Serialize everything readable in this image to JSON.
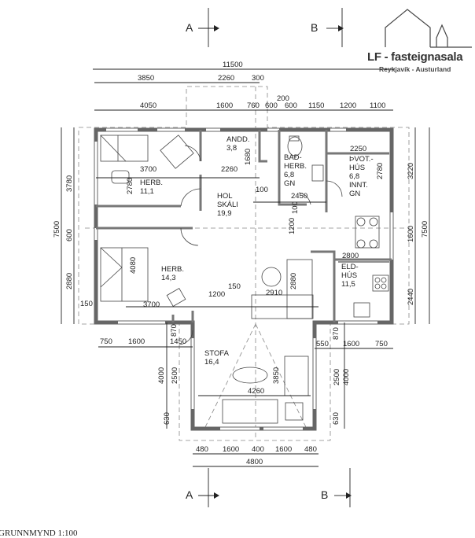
{
  "logo": {
    "title": "LF - fasteignasala",
    "subtitle": "Reykjavík - Austurland"
  },
  "caption": "GRUNNMYND 1:100",
  "sections": {
    "top_a": "A",
    "top_b": "B",
    "bottom_a": "A",
    "bottom_b": "B"
  },
  "rooms": {
    "andd": [
      "ANDD.",
      "3,8"
    ],
    "bad": [
      "BAÐ-",
      "HERB.",
      "6,8",
      "GN"
    ],
    "thvot": [
      "ÞVOT.-",
      "HÚS",
      "6,8",
      "INNT.",
      "GN"
    ],
    "herb1": [
      "HERB.",
      "11,1"
    ],
    "hol": [
      "HOL",
      "SKÁLI",
      "19,9"
    ],
    "herb2": [
      "HERB.",
      "14,3"
    ],
    "eld": [
      "ELD-",
      "HÚS",
      "11,5"
    ],
    "stofa": [
      "STOFA",
      "16,4"
    ]
  },
  "dims": {
    "top_total": "11500",
    "top_row2": [
      "3850",
      "2260",
      "300"
    ],
    "top_small": "200",
    "top_row3": [
      "4050",
      "1600",
      "760",
      "600",
      "600",
      "1150",
      "1200",
      "1100"
    ],
    "left": [
      "7500",
      "3780",
      "600",
      "2880",
      "150"
    ],
    "right": [
      "3220",
      "7500",
      "1600",
      "2440"
    ],
    "interior": [
      "3700",
      "2260",
      "1680",
      "2780",
      "100",
      "2450",
      "1200",
      "100",
      "2250",
      "2780",
      "2800",
      "4080",
      "3700",
      "1200",
      "150",
      "2910",
      "2880"
    ],
    "wings": [
      "750",
      "1600",
      "1450",
      "870",
      "550",
      "870",
      "1600",
      "750"
    ],
    "stofa": [
      "4000",
      "2500",
      "630",
      "3850",
      "4260",
      "2500",
      "4000",
      "630"
    ],
    "bottom": [
      "480",
      "1600",
      "400",
      "1600",
      "480",
      "4800"
    ]
  }
}
